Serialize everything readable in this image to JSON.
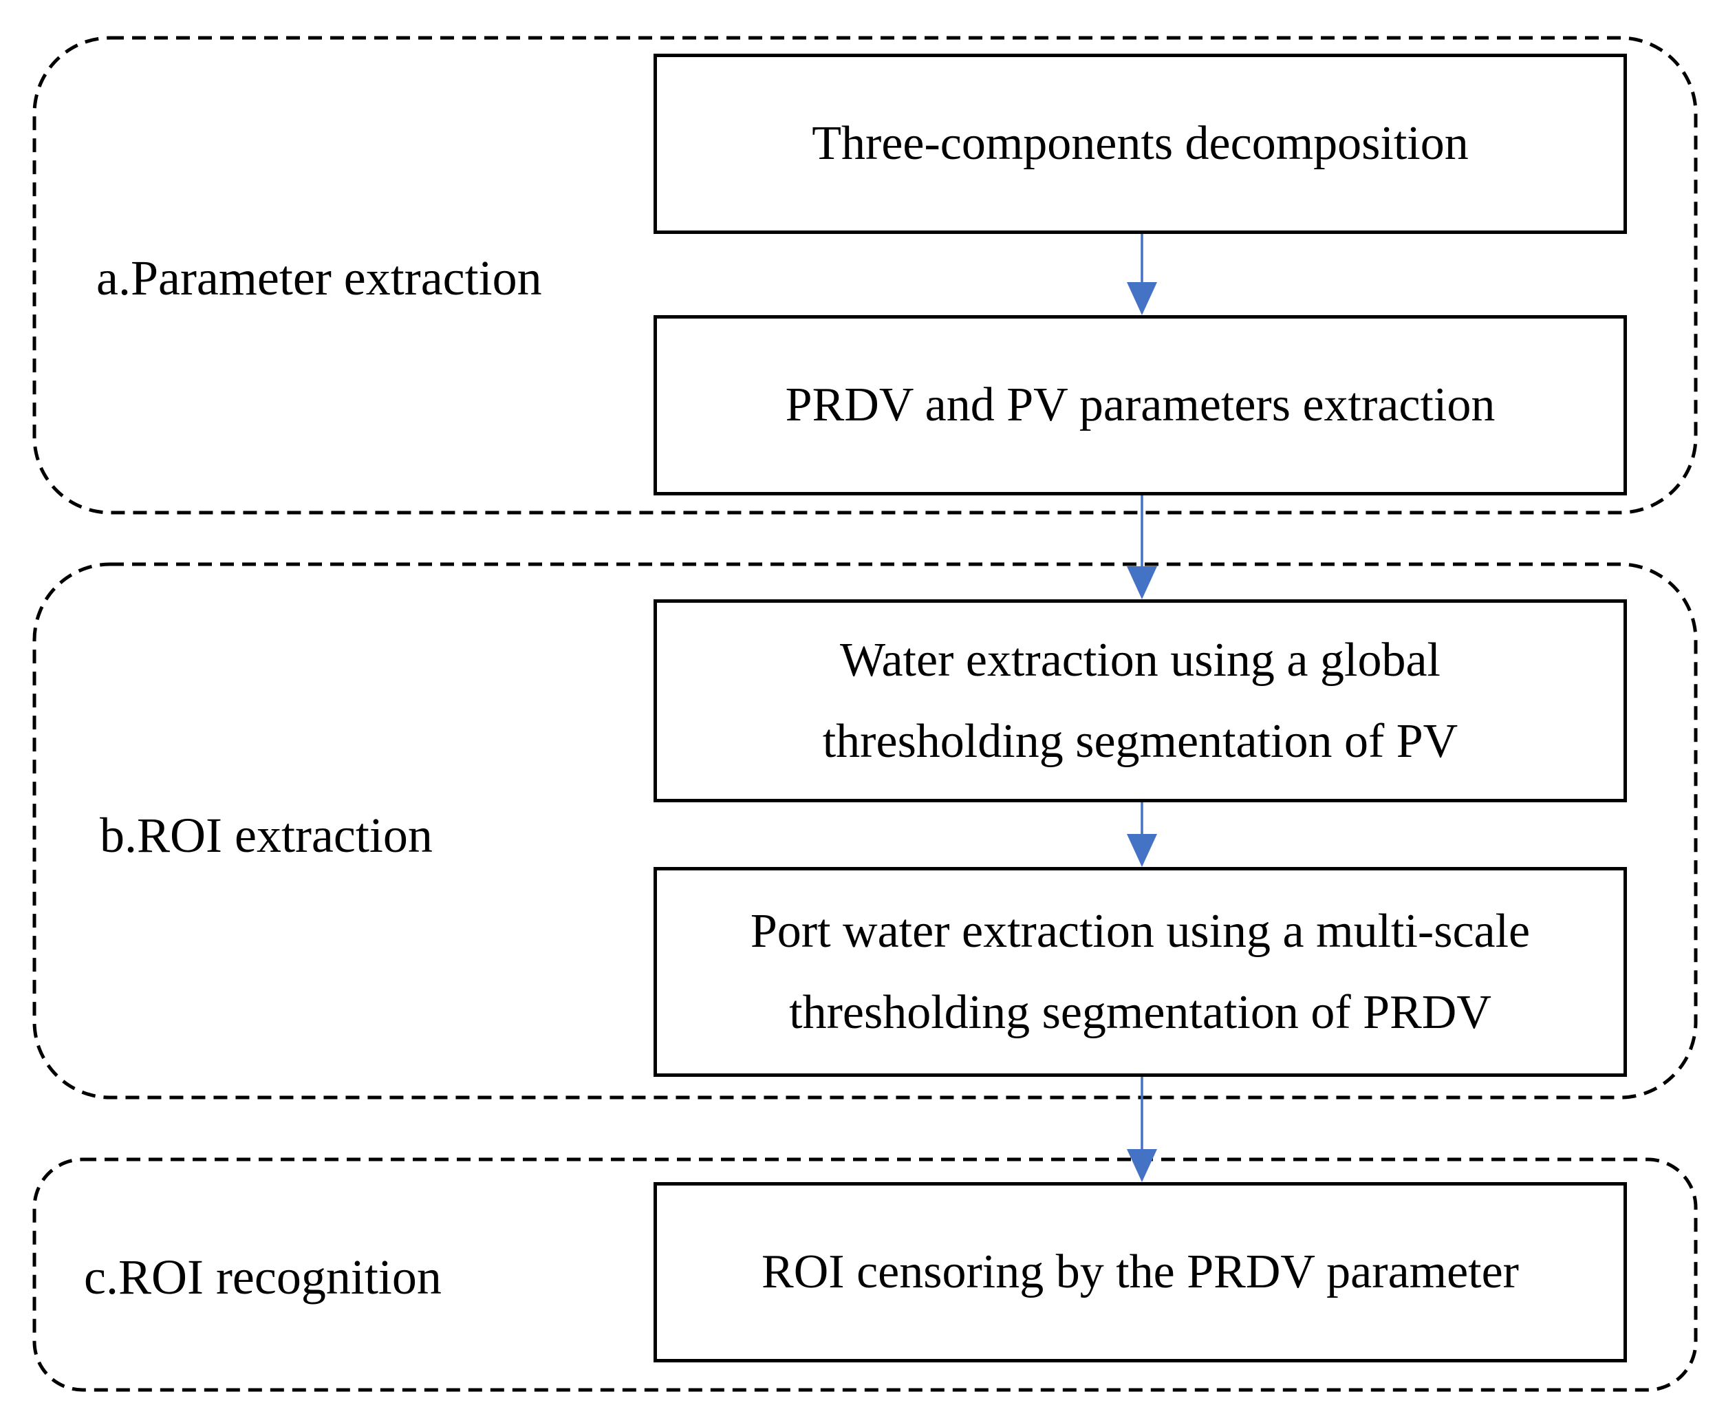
{
  "groups": [
    {
      "id": "parameter",
      "label": "a.Parameter extraction"
    },
    {
      "id": "roi-extraction",
      "label": "b.ROI extraction"
    },
    {
      "id": "roi-recognition",
      "label": "c.ROI recognition"
    }
  ],
  "steps": {
    "three_components": {
      "lines": [
        "Three-components decomposition"
      ]
    },
    "prdv_pv_params": {
      "lines": [
        "PRDV and PV parameters extraction"
      ]
    },
    "water_extraction": {
      "lines": [
        "Water extraction using a global",
        "thresholding segmentation of PV"
      ]
    },
    "port_water": {
      "lines": [
        "Port water extraction using a multi-scale",
        "thresholding segmentation of PRDV"
      ]
    },
    "roi_censoring": {
      "lines": [
        "ROI censoring by the PRDV parameter"
      ]
    }
  },
  "colors": {
    "arrow": "#4472C4",
    "frame": "#000000"
  }
}
